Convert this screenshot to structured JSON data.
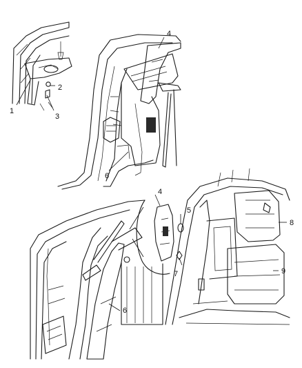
{
  "callouts": {
    "c1": "1",
    "c2": "2",
    "c3": "3",
    "c4_top": "4",
    "c4_mid": "4",
    "c5": "5",
    "c6_top": "6",
    "c6_bottom": "6",
    "c7": "7",
    "c8": "8",
    "c9": "9"
  },
  "colors": {
    "line": "#1a1a1a",
    "background": "#ffffff"
  }
}
